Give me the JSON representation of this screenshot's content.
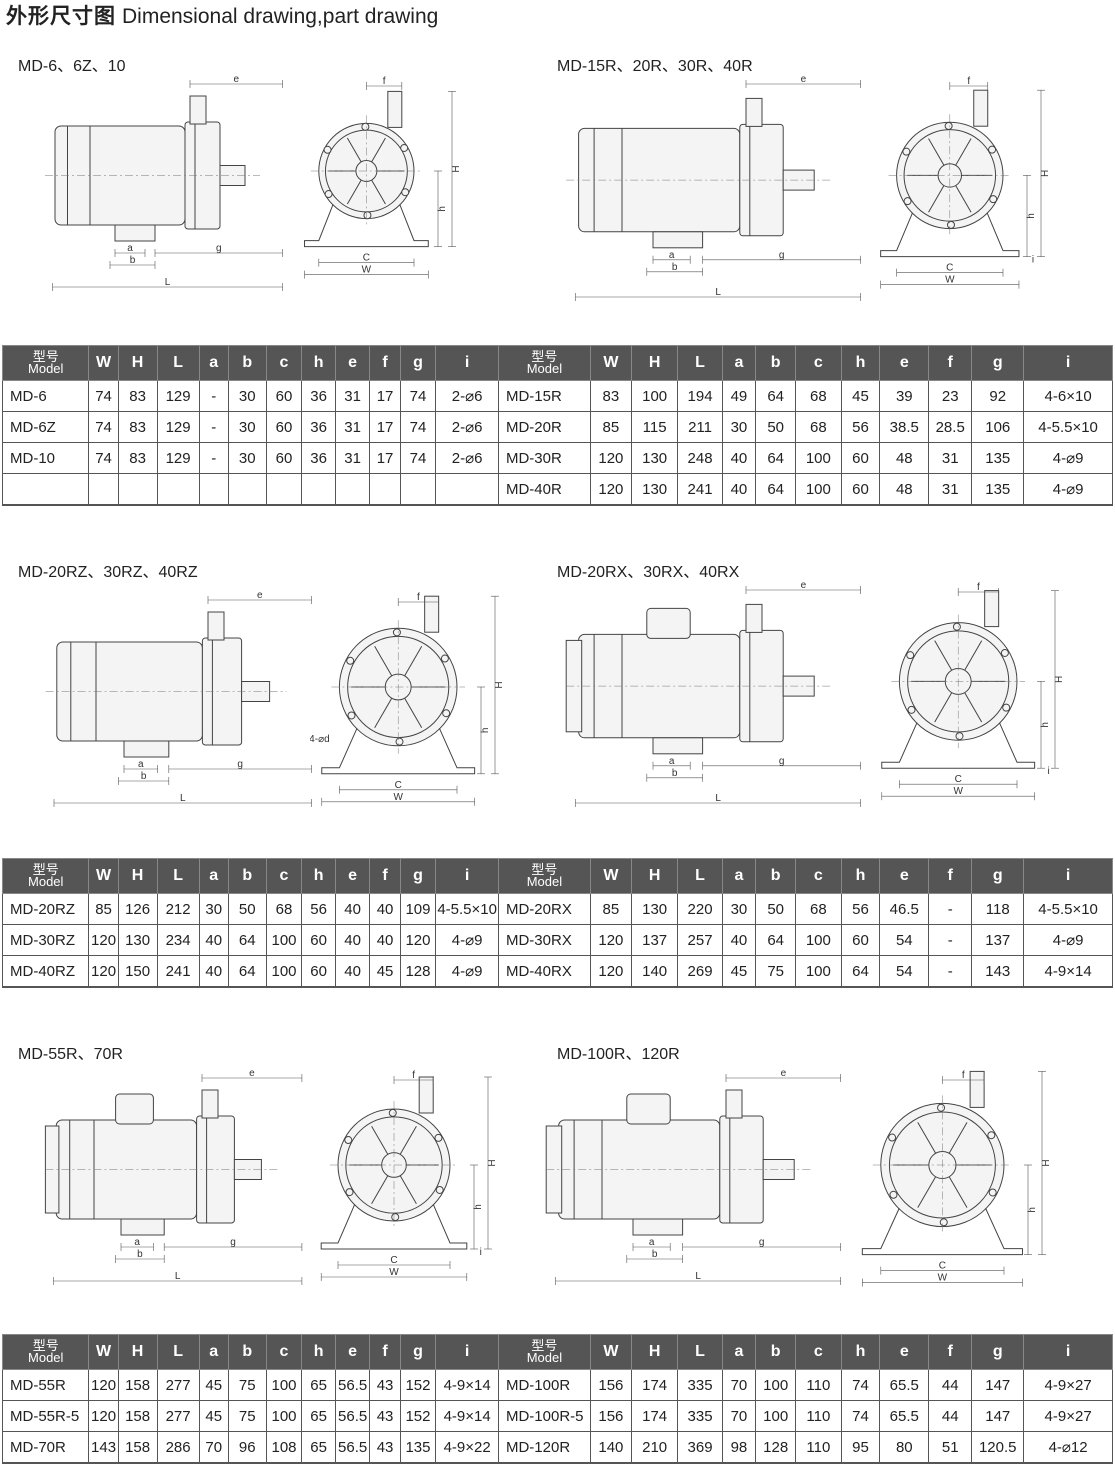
{
  "title": {
    "cn": "外形尺寸图",
    "en": "Dimensional drawing,part drawing"
  },
  "sections": [
    {
      "left_label": "MD-6、6Z、10",
      "right_label": "MD-15R、20R、30R、40R"
    },
    {
      "left_label": "MD-20RZ、30RZ、40RZ",
      "right_label": "MD-20RX、30RX、40RX"
    },
    {
      "left_label": "MD-55R、70R",
      "right_label": "MD-100R、120R"
    }
  ],
  "dim_labels": {
    "W": "W",
    "H": "H",
    "L": "L",
    "a": "a",
    "b": "b",
    "c": "C",
    "h": "h",
    "e": "e",
    "f": "f",
    "g": "g",
    "i": "i",
    "d": "4-⌀d"
  },
  "table_header": {
    "model_cn": "型号",
    "model_en": "Model",
    "cols": [
      "W",
      "H",
      "L",
      "a",
      "b",
      "c",
      "h",
      "e",
      "f",
      "g",
      "i"
    ]
  },
  "tables": [
    {
      "left": [
        [
          "MD-6",
          "74",
          "83",
          "129",
          "-",
          "30",
          "60",
          "36",
          "31",
          "17",
          "74",
          "2-⌀6"
        ],
        [
          "MD-6Z",
          "74",
          "83",
          "129",
          "-",
          "30",
          "60",
          "36",
          "31",
          "17",
          "74",
          "2-⌀6"
        ],
        [
          "MD-10",
          "74",
          "83",
          "129",
          "-",
          "30",
          "60",
          "36",
          "31",
          "17",
          "74",
          "2-⌀6"
        ],
        [
          "",
          "",
          "",
          "",
          "",
          "",
          "",
          "",
          "",
          "",
          "",
          ""
        ]
      ],
      "right": [
        [
          "MD-15R",
          "83",
          "100",
          "194",
          "49",
          "64",
          "68",
          "45",
          "39",
          "23",
          "92",
          "4-6×10"
        ],
        [
          "MD-20R",
          "85",
          "115",
          "211",
          "30",
          "50",
          "68",
          "56",
          "38.5",
          "28.5",
          "106",
          "4-5.5×10"
        ],
        [
          "MD-30R",
          "120",
          "130",
          "248",
          "40",
          "64",
          "100",
          "60",
          "48",
          "31",
          "135",
          "4-⌀9"
        ],
        [
          "MD-40R",
          "120",
          "130",
          "241",
          "40",
          "64",
          "100",
          "60",
          "48",
          "31",
          "135",
          "4-⌀9"
        ]
      ]
    },
    {
      "left": [
        [
          "MD-20RZ",
          "85",
          "126",
          "212",
          "30",
          "50",
          "68",
          "56",
          "40",
          "40",
          "109",
          "4-5.5×10"
        ],
        [
          "MD-30RZ",
          "120",
          "130",
          "234",
          "40",
          "64",
          "100",
          "60",
          "40",
          "40",
          "120",
          "4-⌀9"
        ],
        [
          "MD-40RZ",
          "120",
          "150",
          "241",
          "40",
          "64",
          "100",
          "60",
          "40",
          "45",
          "128",
          "4-⌀9"
        ]
      ],
      "right": [
        [
          "MD-20RX",
          "85",
          "130",
          "220",
          "30",
          "50",
          "68",
          "56",
          "46.5",
          "-",
          "118",
          "4-5.5×10"
        ],
        [
          "MD-30RX",
          "120",
          "137",
          "257",
          "40",
          "64",
          "100",
          "60",
          "54",
          "-",
          "137",
          "4-⌀9"
        ],
        [
          "MD-40RX",
          "120",
          "140",
          "269",
          "45",
          "75",
          "100",
          "64",
          "54",
          "-",
          "143",
          "4-9×14"
        ]
      ]
    },
    {
      "left": [
        [
          "MD-55R",
          "120",
          "158",
          "277",
          "45",
          "75",
          "100",
          "65",
          "56.5",
          "43",
          "152",
          "4-9×14"
        ],
        [
          "MD-55R-5",
          "120",
          "158",
          "277",
          "45",
          "75",
          "100",
          "65",
          "56.5",
          "43",
          "152",
          "4-9×14"
        ],
        [
          "MD-70R",
          "143",
          "158",
          "286",
          "70",
          "96",
          "108",
          "65",
          "56.5",
          "43",
          "135",
          "4-9×22"
        ]
      ],
      "right": [
        [
          "MD-100R",
          "156",
          "174",
          "335",
          "70",
          "100",
          "110",
          "74",
          "65.5",
          "44",
          "147",
          "4-9×27"
        ],
        [
          "MD-100R-5",
          "156",
          "174",
          "335",
          "70",
          "100",
          "110",
          "74",
          "65.5",
          "44",
          "147",
          "4-9×27"
        ],
        [
          "MD-120R",
          "140",
          "210",
          "369",
          "98",
          "128",
          "110",
          "95",
          "80",
          "51",
          "120.5",
          "4-⌀12"
        ]
      ]
    }
  ]
}
